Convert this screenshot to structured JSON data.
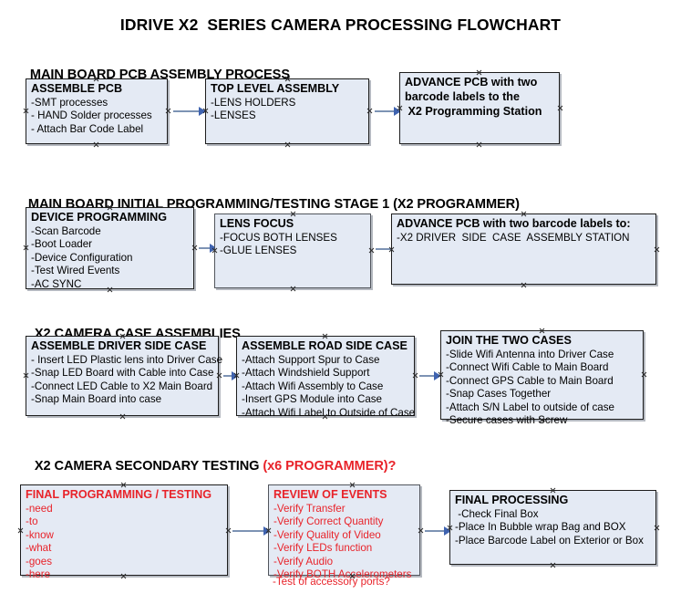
{
  "title": "IDRIVE X2  SERIES CAMERA PROCESSING FLOWCHART",
  "colors": {
    "box_fill": "#e4eaf4",
    "box_border": "#1d1d1d",
    "arrow": "#7d93b4",
    "arrow_head": "#3f63b0",
    "accent_red": "#e8232a",
    "text": "#000000"
  },
  "sections": [
    {
      "heading": "MAIN BOARD PCB ASSEMBLY PROCESS",
      "heading_accent": "",
      "nodes": [
        {
          "title": "ASSEMBLE PCB",
          "lines": [
            "-SMT processes",
            "- HAND Solder processes",
            "- Attach Bar Code Label"
          ],
          "red": false
        },
        {
          "title": "TOP LEVEL ASSEMBLY",
          "lines": [
            "-LENS HOLDERS",
            "-LENSES"
          ],
          "red": false
        },
        {
          "title": "ADVANCE PCB with two",
          "lines": [
            "barcode labels to the",
            " X2 Programming Station"
          ],
          "red": false
        }
      ]
    },
    {
      "heading": "MAIN BOARD INITIAL PROGRAMMING/TESTING STAGE 1 (X2 PROGRAMMER)",
      "heading_accent": "",
      "nodes": [
        {
          "title": "DEVICE PROGRAMMING",
          "lines": [
            "-Scan Barcode",
            "-Boot Loader",
            "-Device Configuration",
            "-Test Wired Events",
            "-AC SYNC"
          ],
          "red": false
        },
        {
          "title": "LENS FOCUS",
          "lines": [
            "-FOCUS BOTH LENSES",
            "-GLUE LENSES"
          ],
          "red": false
        },
        {
          "title": "ADVANCE PCB with two barcode labels to:",
          "lines": [
            "-X2 DRIVER  SIDE  CASE  ASSEMBLY STATION"
          ],
          "red": false
        }
      ]
    },
    {
      "heading": "X2 CAMERA CASE ASSEMBLIES",
      "heading_accent": "",
      "nodes": [
        {
          "title": "ASSEMBLE DRIVER SIDE CASE",
          "lines": [
            "- Insert LED Plastic lens into Driver Case",
            "-Snap LED Board with Cable into Case",
            "-Connect LED Cable to X2 Main Board",
            "-Snap Main Board into case"
          ],
          "red": false
        },
        {
          "title": "ASSEMBLE ROAD SIDE CASE",
          "lines": [
            "-Attach Support Spur to Case",
            "-Attach Windshield Support",
            "-Attach Wifi Assembly to Case",
            "-Insert GPS Module into Case",
            "-Attach Wifi Label to Outside of Case"
          ],
          "red": false
        },
        {
          "title": "JOIN THE TWO CASES",
          "lines": [
            "-Slide Wifi Antenna into Driver Case",
            "-Connect Wifi Cable to Main Board",
            "-Connect GPS Cable to Main Board",
            "-Snap Cases Together",
            "-Attach S/N Label to outside of case",
            "-Secure cases with Screw"
          ],
          "red": false
        }
      ]
    },
    {
      "heading": "X2 CAMERA SECONDARY TESTING ",
      "heading_accent": "(x6 PROGRAMMER)?",
      "nodes": [
        {
          "title": "FINAL PROGRAMMING / TESTING",
          "lines": [
            "-need",
            "-to",
            "-know",
            "-what",
            "-goes",
            "-here"
          ],
          "red": true
        },
        {
          "title": "REVIEW OF EVENTS",
          "lines": [
            "-Verify Transfer",
            "-Verify Correct Quantity",
            "-Verify Quality of Video",
            "-Verify LEDs function",
            "-Verify Audio",
            "-Verify BOTH Accelerometers"
          ],
          "overflow_line": "-Test of accessory ports?",
          "red": true
        },
        {
          "title": "FINAL PROCESSING",
          "lines": [
            " -Check Final Box",
            "-Place In Bubble wrap Bag and BOX",
            "-Place Barcode Label on Exterior or Box"
          ],
          "red": false
        }
      ]
    }
  ]
}
